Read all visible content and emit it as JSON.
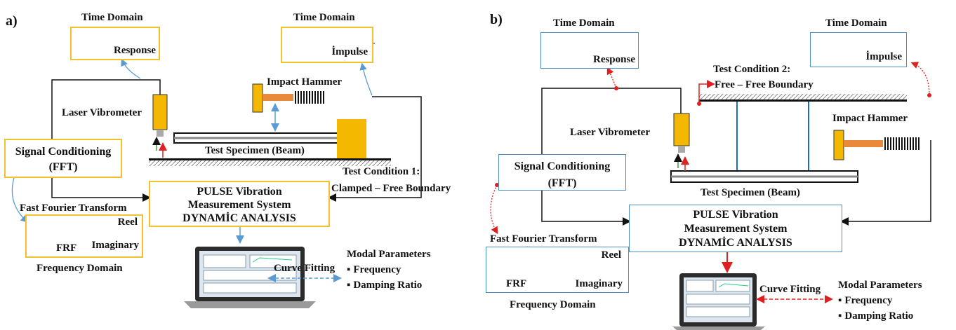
{
  "panel_a": {
    "label": "a)",
    "time_domain_left": "Time Domain",
    "response": "Response",
    "time_domain_right": "Time Domain",
    "impulse": "İmpulse",
    "impact_hammer": "Impact Hammer",
    "laser_vibrometer": "Laser Vibrometer",
    "signal_conditioning": "Signal Conditioning",
    "fft": "(FFT)",
    "test_specimen": "Test Specimen (Beam)",
    "test_condition_1": "Test Condition 1:",
    "boundary": "Clamped – Free Boundary",
    "pulse_line1": "PULSE Vibration",
    "pulse_line2": "Measurement System",
    "pulse_line3": "DYNAMİC ANALYSIS",
    "fast_fourier": "Fast Fourier Transform",
    "reel": "Reel",
    "frf": "FRF",
    "imaginary": "Imaginary",
    "frequency_domain": "Frequency Domain",
    "modal_parameters": "Modal Parameters",
    "curve_fitting": "Curve Fitting",
    "frequency": "Frequency",
    "damping_ratio": "Damping Ratio"
  },
  "panel_b": {
    "label": "b)",
    "time_domain_left": "Time Domain",
    "response": "Response",
    "time_domain_right": "Time Domain",
    "impulse": "İmpulse",
    "test_condition_2": "Test Condition 2:",
    "boundary": "Free – Free Boundary",
    "impact_hammer": "Impact Hammer",
    "laser_vibrometer": "Laser Vibrometer",
    "signal_conditioning": "Signal Conditioning",
    "fft": "(FFT)",
    "test_specimen": "Test Specimen (Beam)",
    "pulse_line1": "PULSE Vibration",
    "pulse_line2": "Measurement System",
    "pulse_line3": "DYNAMİC ANALYSIS",
    "fast_fourier": "Fast Fourier Transform",
    "reel": "Reel",
    "frf": "FRF",
    "imaginary": "Imaginary",
    "frequency_domain": "Frequency Domain",
    "curve_fitting": "Curve Fitting",
    "modal_parameters": "Modal Parameters",
    "frequency": "Frequency",
    "damping_ratio": "Damping Ratio"
  },
  "colors": {
    "box_border_a": "#f2c12e",
    "box_border_b": "#4a8ec4",
    "arrow_blue": "#5b9bd5",
    "arrow_red": "#e02020",
    "device_yellow": "#f5b800",
    "hammer_orange": "#e88a3a"
  }
}
